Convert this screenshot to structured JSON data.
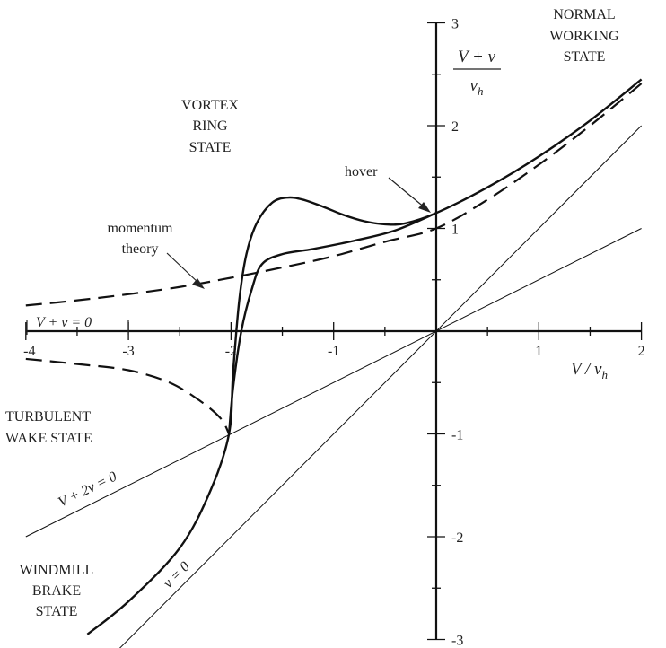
{
  "chart_data": {
    "type": "line",
    "xlabel": "V / v_h",
    "ylabel": "(V + v) / v_h",
    "xlim": [
      -4,
      2
    ],
    "ylim": [
      -3,
      3
    ],
    "x_ticks": [
      "-4",
      "-3",
      "-2",
      "-1",
      "1",
      "2"
    ],
    "y_ticks": [
      "3",
      "2",
      "1",
      "-1",
      "-2",
      "-3"
    ],
    "grid": false,
    "series": [
      {
        "style": "solid-thick",
        "points": [
          [
            -3.4,
            -2.95
          ],
          [
            -3,
            -2.63
          ],
          [
            -2.5,
            -2.11
          ],
          [
            -2.2,
            -1.55
          ],
          [
            -2.02,
            -1.0
          ],
          [
            -1.98,
            -0.4
          ],
          [
            -1.92,
            0.3
          ],
          [
            -1.85,
            0.75
          ],
          [
            -1.75,
            1.05
          ],
          [
            -1.6,
            1.25
          ],
          [
            -1.45,
            1.3
          ],
          [
            -1.3,
            1.28
          ],
          [
            -1.1,
            1.21
          ],
          [
            -0.9,
            1.13
          ],
          [
            -0.7,
            1.07
          ],
          [
            -0.5,
            1.04
          ],
          [
            -0.3,
            1.05
          ],
          [
            0,
            1.15
          ],
          [
            0.5,
            1.4
          ],
          [
            1,
            1.7
          ],
          [
            1.5,
            2.05
          ],
          [
            2,
            2.45
          ]
        ]
      },
      {
        "style": "solid-thick",
        "points": [
          [
            -2.02,
            -1.0
          ],
          [
            -1.98,
            -0.55
          ],
          [
            -1.9,
            0.0
          ],
          [
            -1.8,
            0.4
          ],
          [
            -1.7,
            0.65
          ],
          [
            -1.5,
            0.75
          ],
          [
            -1.2,
            0.8
          ],
          [
            -0.8,
            0.88
          ],
          [
            -0.4,
            0.98
          ],
          [
            0,
            1.15
          ]
        ]
      },
      {
        "style": "dashed",
        "points": [
          [
            -4,
            0.25
          ],
          [
            -3.5,
            0.3
          ],
          [
            -3,
            0.36
          ],
          [
            -2.5,
            0.43
          ],
          [
            -2,
            0.52
          ],
          [
            -1.5,
            0.62
          ],
          [
            -1,
            0.73
          ],
          [
            -0.5,
            0.87
          ],
          [
            0,
            1.0
          ],
          [
            0.5,
            1.28
          ],
          [
            1,
            1.62
          ],
          [
            1.5,
            2.0
          ],
          [
            2,
            2.41
          ]
        ]
      },
      {
        "style": "dashed",
        "points": [
          [
            -4,
            -0.27
          ],
          [
            -3.5,
            -0.32
          ],
          [
            -3,
            -0.38
          ],
          [
            -2.6,
            -0.5
          ],
          [
            -2.3,
            -0.68
          ],
          [
            -2.1,
            -0.85
          ],
          [
            -2.02,
            -1.0
          ]
        ]
      },
      {
        "style": "thin",
        "points": [
          [
            -4,
            -2.0
          ],
          [
            0,
            0
          ],
          [
            2,
            1.0
          ]
        ]
      },
      {
        "style": "thin",
        "points": [
          [
            -3.2,
            -3.2
          ],
          [
            0,
            0
          ],
          [
            2,
            2.0
          ]
        ]
      }
    ],
    "annotations": {
      "normal_working": [
        "NORMAL",
        "WORKING",
        "STATE"
      ],
      "vortex_ring": [
        "VORTEX",
        "RING",
        "STATE"
      ],
      "turbulent_wake": [
        "TURBULENT",
        "WAKE STATE"
      ],
      "windmill_brake": [
        "WINDMILL",
        "BRAKE",
        "STATE"
      ],
      "hover": "hover",
      "momentum": [
        "momentum",
        "theory"
      ],
      "v_plus_v_zero": "V + v = 0",
      "v_plus_2v_zero": "V + 2v = 0",
      "v_zero": "v = 0"
    }
  }
}
